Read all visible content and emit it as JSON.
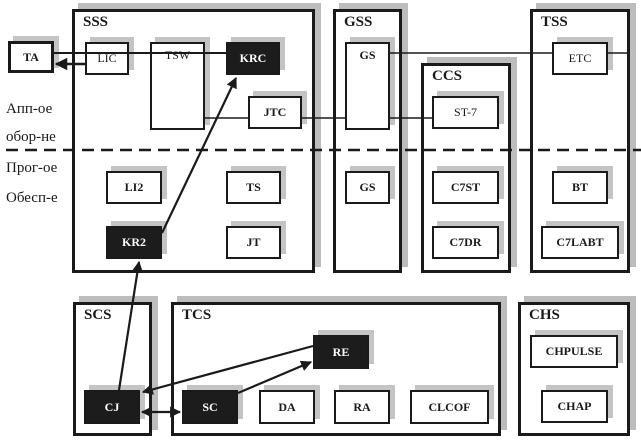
{
  "diagram": {
    "external": {
      "ta": "TA"
    },
    "side_labels": {
      "hardware_line1": "Апп-ое",
      "hardware_line2": "обор-не",
      "software_line1": "Прог-ое",
      "software_line2": "Обесп-е"
    },
    "groups": {
      "sss": {
        "title": "SSS",
        "hardware": [
          "LIC",
          "TSW",
          "KRC",
          "JTC"
        ],
        "software": [
          "LI2",
          "TS",
          "KR2",
          "JT"
        ]
      },
      "gss": {
        "title": "GSS",
        "hardware": [
          "GS"
        ],
        "software": [
          "GS"
        ]
      },
      "ccs": {
        "title": "CCS",
        "hardware": [
          "ST-7"
        ],
        "software": [
          "C7ST",
          "C7DR"
        ]
      },
      "tss": {
        "title": "TSS",
        "hardware": [
          "ETC"
        ],
        "software": [
          "BT",
          "C7LABT"
        ]
      },
      "scs": {
        "title": "SCS",
        "software": [
          "CJ"
        ]
      },
      "tcs": {
        "title": "TCS",
        "software": [
          "RE",
          "SC",
          "DA",
          "RA",
          "CLCOF"
        ]
      },
      "chs": {
        "title": "CHS",
        "software": [
          "CHPULSE",
          "CHAP"
        ]
      }
    },
    "highlighted_nodes": [
      "KRC",
      "KR2",
      "CJ",
      "SC",
      "RE"
    ],
    "connections": [
      {
        "from": "TA",
        "to": "KRC",
        "type": "line"
      },
      {
        "from": "LIC",
        "to": "TA",
        "type": "arrow"
      },
      {
        "from": "GS",
        "to": "ETC",
        "type": "line"
      },
      {
        "from": "TSW",
        "to": "JTC",
        "type": "line"
      },
      {
        "from": "JTC",
        "to": "GS",
        "type": "line"
      },
      {
        "from": "GS",
        "to": "ST-7",
        "type": "line"
      },
      {
        "from": "KR2",
        "to": "KRC",
        "type": "arrow"
      },
      {
        "from": "CJ",
        "to": "KR2",
        "type": "arrow"
      },
      {
        "from": "RE",
        "to": "CJ",
        "type": "arrow"
      },
      {
        "from": "SC",
        "to": "RE",
        "type": "arrow"
      },
      {
        "from": "CJ",
        "to": "SC",
        "type": "bidirectional-arrow"
      }
    ],
    "divider": "hardware/software dashed separator"
  }
}
